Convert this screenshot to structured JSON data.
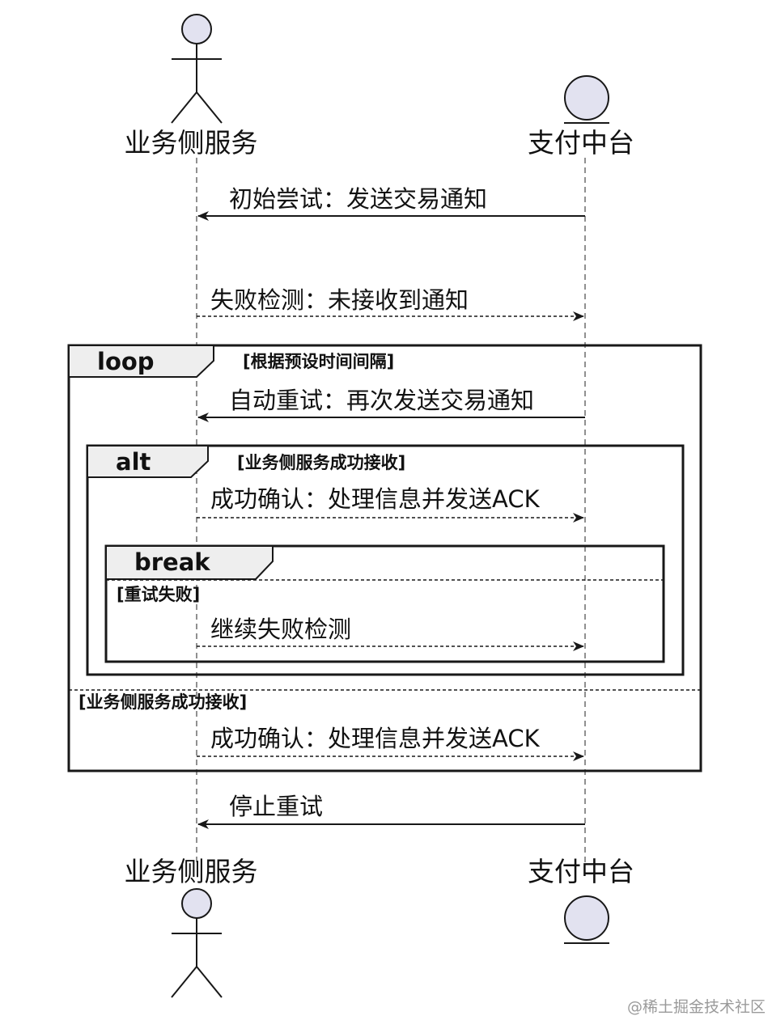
{
  "participants": {
    "left": "业务侧服务",
    "right": "支付中台"
  },
  "messages": {
    "m1": "初始尝试：发送交易通知",
    "m2": "失败检测：未接收到通知",
    "m3": "自动重试：再次发送交易通知",
    "m4": "成功确认：处理信息并发送ACK",
    "m5": "继续失败检测",
    "m6": "成功确认：处理信息并发送ACK",
    "m7": "停止重试"
  },
  "fragments": {
    "loop": {
      "keyword": "loop",
      "guard": "[根据预设时间间隔]",
      "else_guard": "[业务侧服务成功接收]"
    },
    "alt": {
      "keyword": "alt",
      "guard": "[业务侧服务成功接收]"
    },
    "break": {
      "keyword": "break",
      "guard": "[重试失败]"
    }
  },
  "watermark": "@稀土掘金技术社区",
  "colors": {
    "actor_fill": "#e2e2f0",
    "frame_tab_fill": "#eeeeee",
    "line": "#181818"
  }
}
